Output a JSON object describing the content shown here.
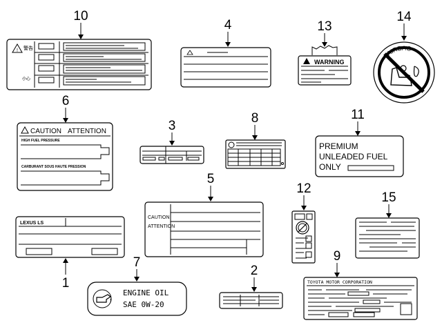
{
  "callouts": {
    "n1": "1",
    "n2": "2",
    "n3": "3",
    "n4": "4",
    "n5": "5",
    "n6": "6",
    "n7": "7",
    "n8": "8",
    "n9": "9",
    "n10": "10",
    "n11": "11",
    "n12": "12",
    "n13": "13",
    "n14": "14",
    "n15": "15"
  },
  "label6": {
    "header_caution": "CAUTION",
    "header_attention": "ATTENTION",
    "line1": "HIGH FUEL PRESSURE",
    "line2": "CARBURANT SOUS HAUTE PRESSION"
  },
  "label1": {
    "text": "LEXUS LS"
  },
  "label5": {
    "caution": "CAUTION",
    "attention": "ATTENTION"
  },
  "label7": {
    "line1": "ENGINE OIL",
    "line2": "SAE 0W-20"
  },
  "label11": {
    "line1": "PREMIUM",
    "line2": "UNLEADED FUEL",
    "line3": "ONLY"
  },
  "label13": {
    "warning": "WARNING"
  },
  "label14": {
    "arc_text": "AIRBAG"
  },
  "label9": {
    "title": "TOYOTA MOTOR CORPORATION"
  },
  "label10": {
    "jp1": "警告",
    "jp2": "小心"
  },
  "icons": {
    "warning_triangle": "warning-triangle-icon",
    "oil_can": "oil-can-icon",
    "fuel_cap": "fuel-cap-icon",
    "child_seat_airbag": "child-seat-airbag-icon"
  }
}
